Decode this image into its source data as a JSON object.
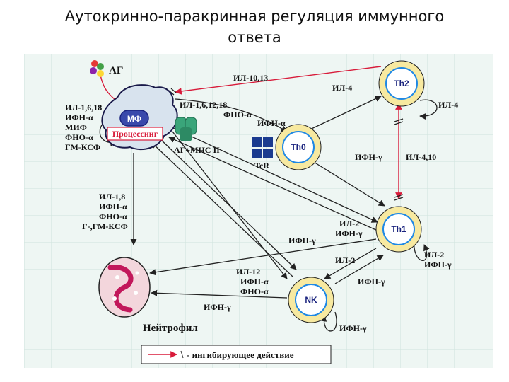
{
  "title": {
    "line1": "Аутокринно-паракринная регуляция иммунного",
    "line2": "ответа"
  },
  "colors": {
    "background": "#eef6f3",
    "grid": "#cfe3dc",
    "cell_ring": "#f7e9a0",
    "cell_fill": "#ffffff",
    "cell_nucleus": "#1e88e5",
    "macrophage": "#d8e3ee",
    "inhibitory_arrow": "#d81b3a",
    "arrow": "#222222"
  },
  "cells": {
    "th2": "Th2",
    "th0": "Th0",
    "th1": "Th1",
    "nk": "NK",
    "mf": "МФ",
    "neutrophil": "Нейтрофил"
  },
  "labels": {
    "ag": "АГ",
    "processing": "Процессинг",
    "ag_mhc": "АГ+МНС II",
    "ter": "TcR",
    "il_10_13": "ИЛ-10,13",
    "il_4_th2_in": "ИЛ-4",
    "il_4_th2_self": "ИЛ-4",
    "il_1_6_12_18": "ИЛ-1,6,12,18",
    "fno_a_top": "ФНО-α",
    "ifn_a_th0": "ИФН-α",
    "mf_self": [
      "ИЛ-1,6,18",
      "ИФН-α",
      "МИФ",
      "ФНО-α",
      "ГМ-КСФ"
    ],
    "ifn_g_mid": "ИФН-γ",
    "il_4_10": "ИЛ-4,10",
    "to_neutro": [
      "ИЛ-1,8",
      "ИФН-α",
      "ФНО-α",
      "Г-,ГМ-КСФ"
    ],
    "th1_in": [
      "ИЛ-2",
      "ИФН-γ"
    ],
    "ifn_g_left": "ИФН-γ",
    "th1_self": [
      "ИЛ-2",
      "ИФН-γ"
    ],
    "il_2_nk": "ИЛ-2",
    "nk_out": [
      "ИЛ-12",
      "ИФН-α",
      "ФНО-α"
    ],
    "ifn_g_nk": "ИФН-γ",
    "ifn_g_neutro": "ИФН-γ",
    "ifn_g_nk_self": "ИФН-γ"
  },
  "legend": {
    "text": "- ингибирующее действие"
  }
}
